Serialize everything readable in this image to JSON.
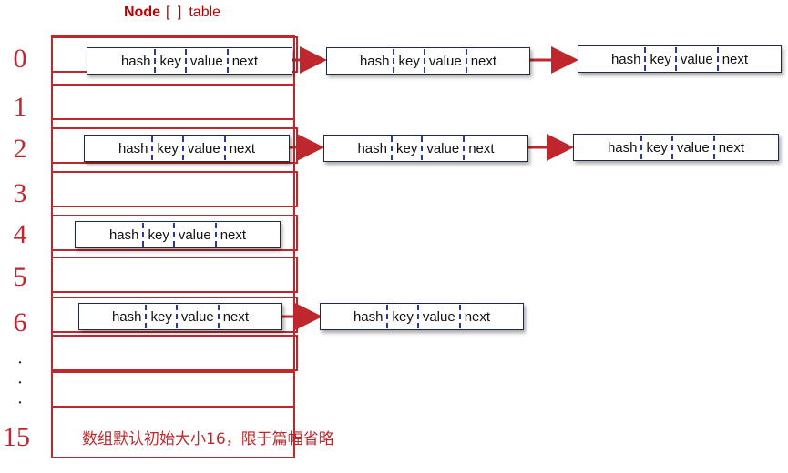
{
  "title": {
    "bold": "Node",
    "brackets": "[ ]",
    "rest": "table"
  },
  "indices": [
    "0",
    "1",
    "2",
    "3",
    "4",
    "5",
    "6",
    "15"
  ],
  "dots": [
    "·",
    "·",
    "·"
  ],
  "node_fields": {
    "hash": "hash",
    "key": "key",
    "value": "value",
    "next": "next"
  },
  "note": "数组默认初始大小16，限于篇幅省略",
  "colors": {
    "red": "#c0272d",
    "dashed": "#2b3a9a",
    "border": "#1f2a44"
  }
}
